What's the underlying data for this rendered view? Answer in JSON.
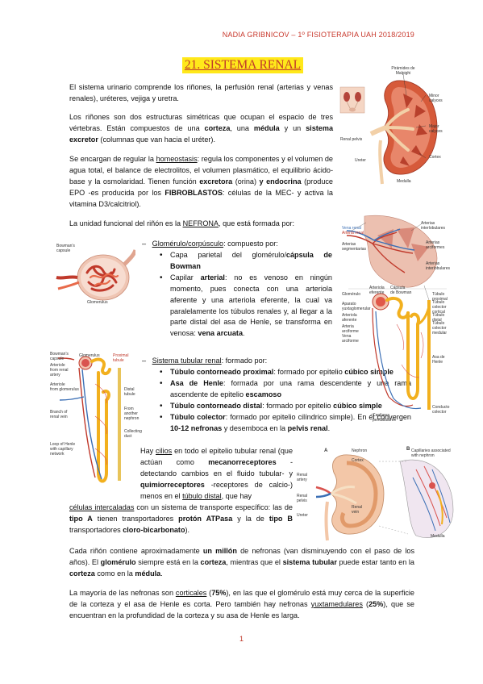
{
  "header": "NADIA GRIBNICOV – 1º FISIOTERAPIA UAH 2018/2019",
  "title": "21. SISTEMA RENAL",
  "page_number": "1",
  "para1": {
    "t1": "El sistema urinario comprende los riñones, la perfusión renal (arterias y venas renales), uréteres, vejiga y uretra."
  },
  "para2": {
    "t1": "Los riñones son dos estructuras simétricas que ocupan el espacio de tres vértebras. Están compuestos de una ",
    "b1": "corteza",
    "t2": ", una ",
    "b2": "médula",
    "t3": " y un ",
    "b3": "sistema excretor",
    "t4": " (columnas que van hacia el uréter)."
  },
  "para3": {
    "t1": "Se encargan de regular la ",
    "u1": "homeostasis",
    "t2": ": regula los componentes y el volumen de agua total, el balance de electrolitos, el volumen plasmático, el equilibrio ácido-base y la osmolaridad. Tienen función ",
    "b1": "excretora",
    "t3": " (orina) ",
    "b2": "y endocrina",
    "t4": " (produce EPO -es producida por los ",
    "b3": "FIBROBLASTOS",
    "t5": ": células de la MEC- y activa la vitamina D3/calcitriol)."
  },
  "para4": {
    "t1": "La unidad funcional del riñón es la ",
    "u1": "NEFRONA",
    "t2": ", que está formada por:"
  },
  "glomerulo": {
    "u1": "Glomérulo/corpúsculo",
    "t1": ": compuesto por:",
    "items": [
      {
        "t1": "Capa parietal del glomérulo/",
        "b1": "cápsula de Bowman"
      },
      {
        "t1": "Capilar ",
        "b1": "arterial",
        "t2": ": no es venoso en ningún momento, pues conecta con una arteriola aferente y una arteriola eferente, la cual va paralelamente los túbulos renales y, al llegar a la parte distal del asa de Henle, se transforma en venosa: ",
        "b2": "vena arcuata",
        "t3": "."
      }
    ]
  },
  "tubular": {
    "u1": "Sistema tubular renal",
    "t1": ": formado por:",
    "items": [
      {
        "b1": "Túbulo contorneado proximal",
        "t1": ": formado por epitelio ",
        "b2": "cúbico simple"
      },
      {
        "b1": "Asa de Henle",
        "t1": ": formada por una rama descendente y una rama ascendente de epitelio ",
        "b2": "escamoso"
      },
      {
        "b1": "Túbulo contorneado distal",
        "t1": ": formado por epitelio ",
        "b2": "cúbico simple"
      },
      {
        "b1": "Túbulo colector",
        "t1": ": formado por epitelio cilíndrico simple). En él convergen ",
        "b2": "10-12 nefronas",
        "t2": " y desemboca en la ",
        "b3": "pelvis renal",
        "t3": "."
      }
    ]
  },
  "cilios": {
    "t1": "Hay ",
    "u1": "cilios",
    "t2": " en todo el epitelio tubular renal (que actúan como ",
    "b1": "mecanorreceptores",
    "t3": " -detectando cambios en el fluido tubular- y ",
    "b2": "quimiorreceptores",
    "t4": " -receptores de calcio-) menos en el ",
    "u2": "túbulo distal",
    "t5": ", que hay",
    "u3": "células intercaladas",
    "t6": " con un sistema de transporte específico: las de ",
    "b3": "tipo A",
    "t7": " tienen transportadores ",
    "b4": "protón ATPasa",
    "t8": " y la de ",
    "b5": "tipo B",
    "t9": " transportadores ",
    "b6": "cloro-bicarbonato",
    "t10": ")."
  },
  "para5": {
    "t1": "Cada riñón contiene aproximadamente ",
    "b1": "un millón",
    "t2": " de nefronas (van disminuyendo con el paso de los años). El ",
    "b2": "glomérulo",
    "t3": " siempre está en la ",
    "b3": "corteza",
    "t4": ", mientras que el ",
    "b4": "sistema tubular",
    "t5": " puede estar tanto en la ",
    "b5": "corteza",
    "t6": " como en la ",
    "b6": "médula",
    "t7": "."
  },
  "para6": {
    "t1": "La mayoría de las nefronas son ",
    "u1": "corticales",
    "t2": " (",
    "b1": "75%",
    "t3": "), en las que el glomérulo está muy cerca de la superficie de la corteza y el asa de Henle es corta. Pero también hay nefronas ",
    "u2": "yuxtamedulares",
    "t4": " (",
    "b2": "25%",
    "t5": "), que se encuentran en la profundidad de la corteza y su asa de Henle es larga."
  },
  "fig1": {
    "pyr1": "Pirámides de",
    "pyr2": "Malpighi",
    "minor": "Minor calyces",
    "major1": "Major",
    "major2": "calyces",
    "pelvis": "Renal pelvis",
    "cortex": "Cortex",
    "ureter": "Ureter",
    "medulla": "Medulla"
  },
  "fig2": {
    "bowman1": "Bowman's",
    "bowman2": "capsule",
    "glomerulus": "Glomerulus"
  },
  "fig3": {
    "vena_renal": "Vena renal",
    "arteria_renal": "Arteria renal",
    "art_seg1": "Arterias",
    "art_seg2": "segmentarias",
    "art_interlob1": "Arterias",
    "art_interlob2": "interlobulares",
    "art_arc1": "Arterias",
    "art_arc2": "arciformes",
    "art_inter1": "Arterias",
    "art_inter2": "interlobulares",
    "glomerulo": "Glomérulo",
    "arteriola_ef1": "Arteriola",
    "arteriola_ef2": "eferente",
    "capsula1": "Cápsula",
    "capsula2": "de Bowman",
    "aparato1": "Aparato",
    "aparato2": "yuxtaglomerular",
    "arteriola_af1": "Arteriola",
    "arteriola_af2": "aferente",
    "arteria_arc1": "Arteria",
    "arteria_arc2": "arciforme",
    "vena_arc1": "Vena",
    "vena_arc2": "arciforme",
    "tubulo_prox": "Túbulo proximal",
    "tubulo_col1": "Túbulo colector",
    "tubulo_col2": "cortical",
    "tubulo_dist": "Túbulo distal",
    "tubulo_col3": "Túbulo colector",
    "tubulo_col4": "medular",
    "asa": "Asa de Henle",
    "capilares1": "Capilares",
    "capilares2": "peritubulares",
    "conducto1": "Conducto",
    "conducto2": "colector"
  },
  "fig4": {
    "bowman1": "Bowman's",
    "bowman2": "capsule",
    "glomerulus": "Glomerulus",
    "proximal": "Proximal tubule",
    "artery_ren1": "Arteriole",
    "artery_ren2": "from renal",
    "artery_ren3": "artery",
    "artery_glom1": "Arteriole",
    "artery_glom2": "from glomerulus",
    "distal1": "Distal",
    "distal2": "tubule",
    "branch1": "Branch of",
    "branch2": "renal vein",
    "from1": "From",
    "from2": "another",
    "from3": "nephron",
    "collecting1": "Collecting",
    "collecting2": "duct",
    "loop1": "Loop of Henle",
    "loop2": "with capillary",
    "loop3": "network"
  },
  "fig5": {
    "a": "A",
    "b": "B",
    "nephron": "Nephron",
    "cortex": "Cortex",
    "renal_artery1": "Renal",
    "renal_artery2": "artery",
    "renal_pelvis1": "Renal",
    "renal_pelvis2": "pelvis",
    "renal_vein1": "Renal",
    "renal_vein2": "vein",
    "ureter": "Ureter",
    "capillaries1": "Capillaries associated",
    "capillaries2": "with nephron",
    "medulla": "Medulla"
  }
}
